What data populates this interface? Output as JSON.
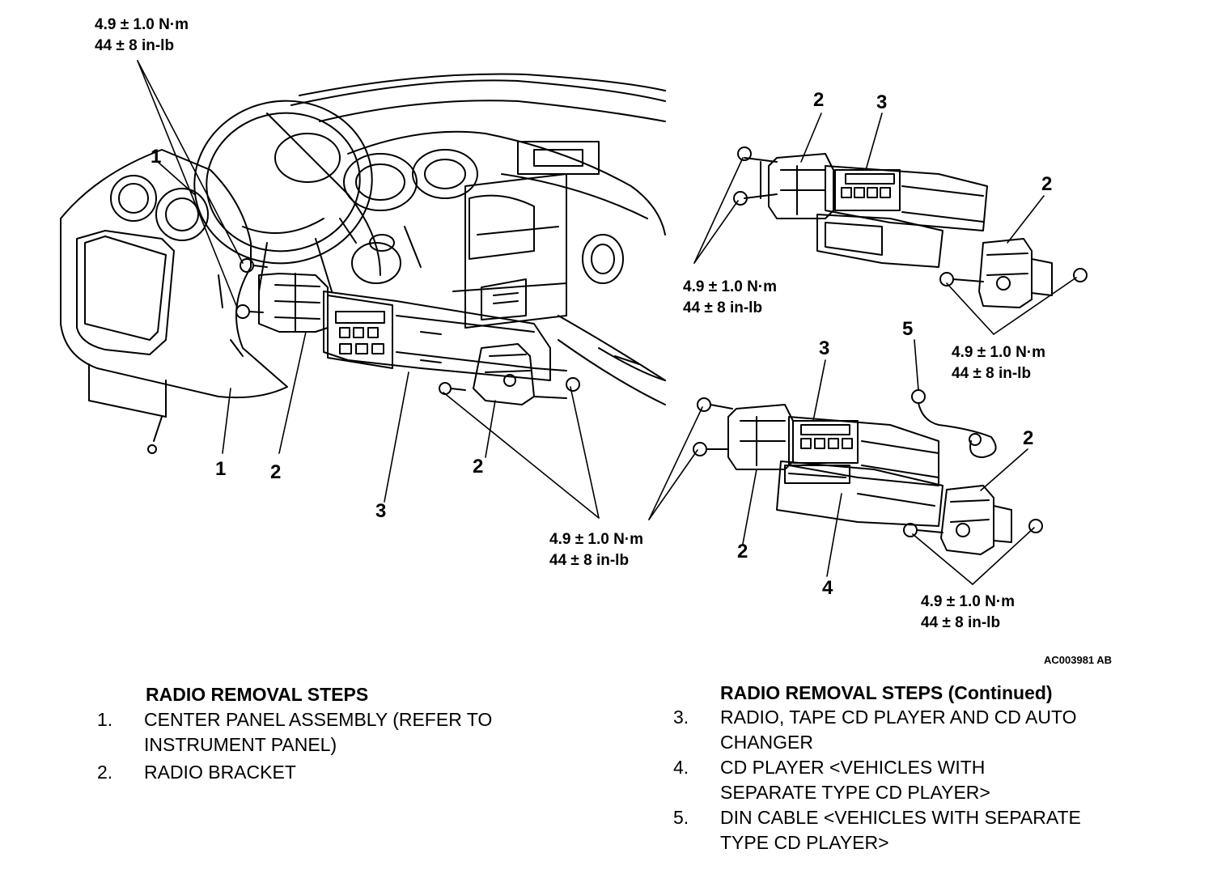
{
  "torque_spec": {
    "nm": "4.9 ± 1.0 N·m",
    "inlb": "44 ± 8 in-lb"
  },
  "callouts": {
    "one": "1",
    "two": "2",
    "three": "3",
    "four": "4",
    "five": "5"
  },
  "figure_id": "AC003981 AB",
  "steps_left": {
    "title": "RADIO REMOVAL STEPS",
    "items": [
      {
        "n": "1.",
        "lines": [
          "CENTER PANEL ASSEMBLY (REFER TO",
          "INSTRUMENT PANEL)"
        ]
      },
      {
        "n": "2.",
        "lines": [
          "RADIO BRACKET"
        ]
      }
    ]
  },
  "steps_right": {
    "title": "RADIO REMOVAL STEPS (Continued)",
    "items": [
      {
        "n": "3.",
        "lines": [
          "RADIO, TAPE CD PLAYER AND CD AUTO",
          "CHANGER"
        ]
      },
      {
        "n": "4.",
        "lines": [
          "CD PLAYER <VEHICLES WITH",
          "SEPARATE TYPE CD PLAYER>"
        ]
      },
      {
        "n": "5.",
        "lines": [
          "DIN CABLE <VEHICLES WITH SEPARATE",
          "TYPE CD PLAYER>"
        ]
      }
    ]
  }
}
